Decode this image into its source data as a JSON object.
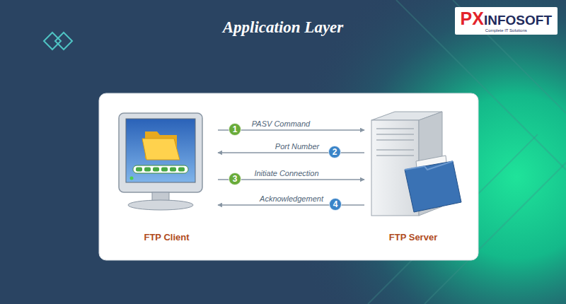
{
  "diagram": {
    "title": "Application Layer",
    "nodes": [
      {
        "text": [
          "PX",
          "INFOSOFT",
          "Complete IT Solutions"
        ]
      },
      {
        "text": [
          "FTP Client"
        ]
      },
      {
        "text": [
          "FTP Server"
        ]
      },
      {
        "text": [
          "1"
        ]
      },
      {
        "text": [
          "2"
        ]
      },
      {
        "text": [
          "3"
        ]
      },
      {
        "text": [
          "4"
        ]
      }
    ],
    "edges": [
      {
        "from": 1,
        "to": 2,
        "label": "PASV Command",
        "arrow": "to"
      },
      {
        "from": 2,
        "to": 1,
        "label": "Port Number",
        "arrow": "to"
      },
      {
        "from": 1,
        "to": 2,
        "label": "Initiate Connection",
        "arrow": "to"
      },
      {
        "from": 2,
        "to": 1,
        "label": "Acknowledgement",
        "arrow": "to"
      }
    ]
  }
}
